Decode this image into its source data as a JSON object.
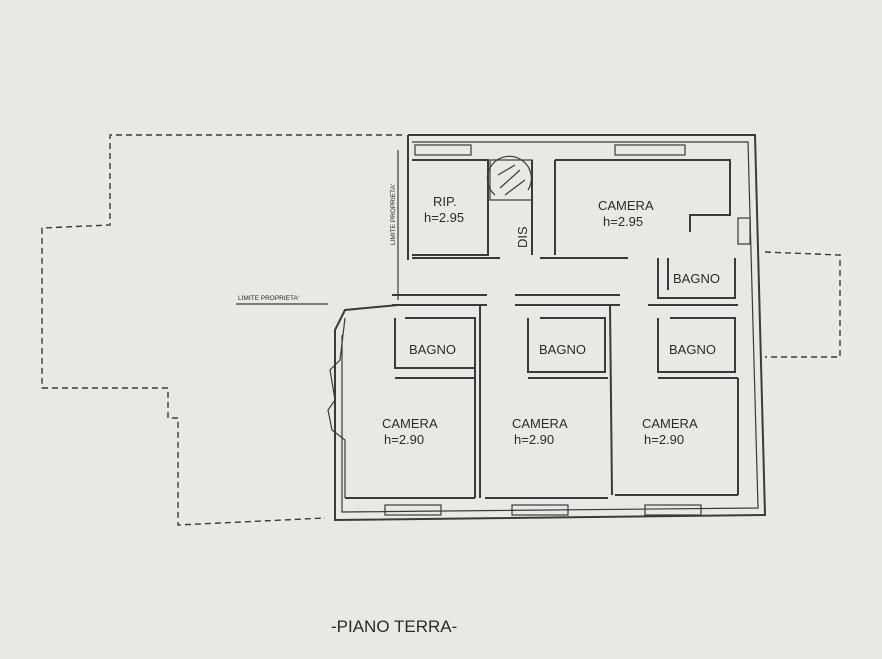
{
  "title": "-PIANO TERRA-",
  "labels": {
    "property_limit": "LIMITE PROPRIETA'",
    "property_limit_vertical": "LIMITE PROPRIETA'",
    "dis": "DIS"
  },
  "rooms": [
    {
      "name": "RIP.",
      "height": "h=2.95"
    },
    {
      "name": "CAMERA",
      "height": "h=2.95"
    },
    {
      "name": "BAGNO",
      "height": ""
    },
    {
      "name": "BAGNO",
      "height": ""
    },
    {
      "name": "BAGNO",
      "height": ""
    },
    {
      "name": "BAGNO",
      "height": ""
    },
    {
      "name": "CAMERA",
      "height": "h=2.90"
    },
    {
      "name": "CAMERA",
      "height": "h=2.90"
    },
    {
      "name": "CAMERA",
      "height": "h=2.90"
    }
  ]
}
